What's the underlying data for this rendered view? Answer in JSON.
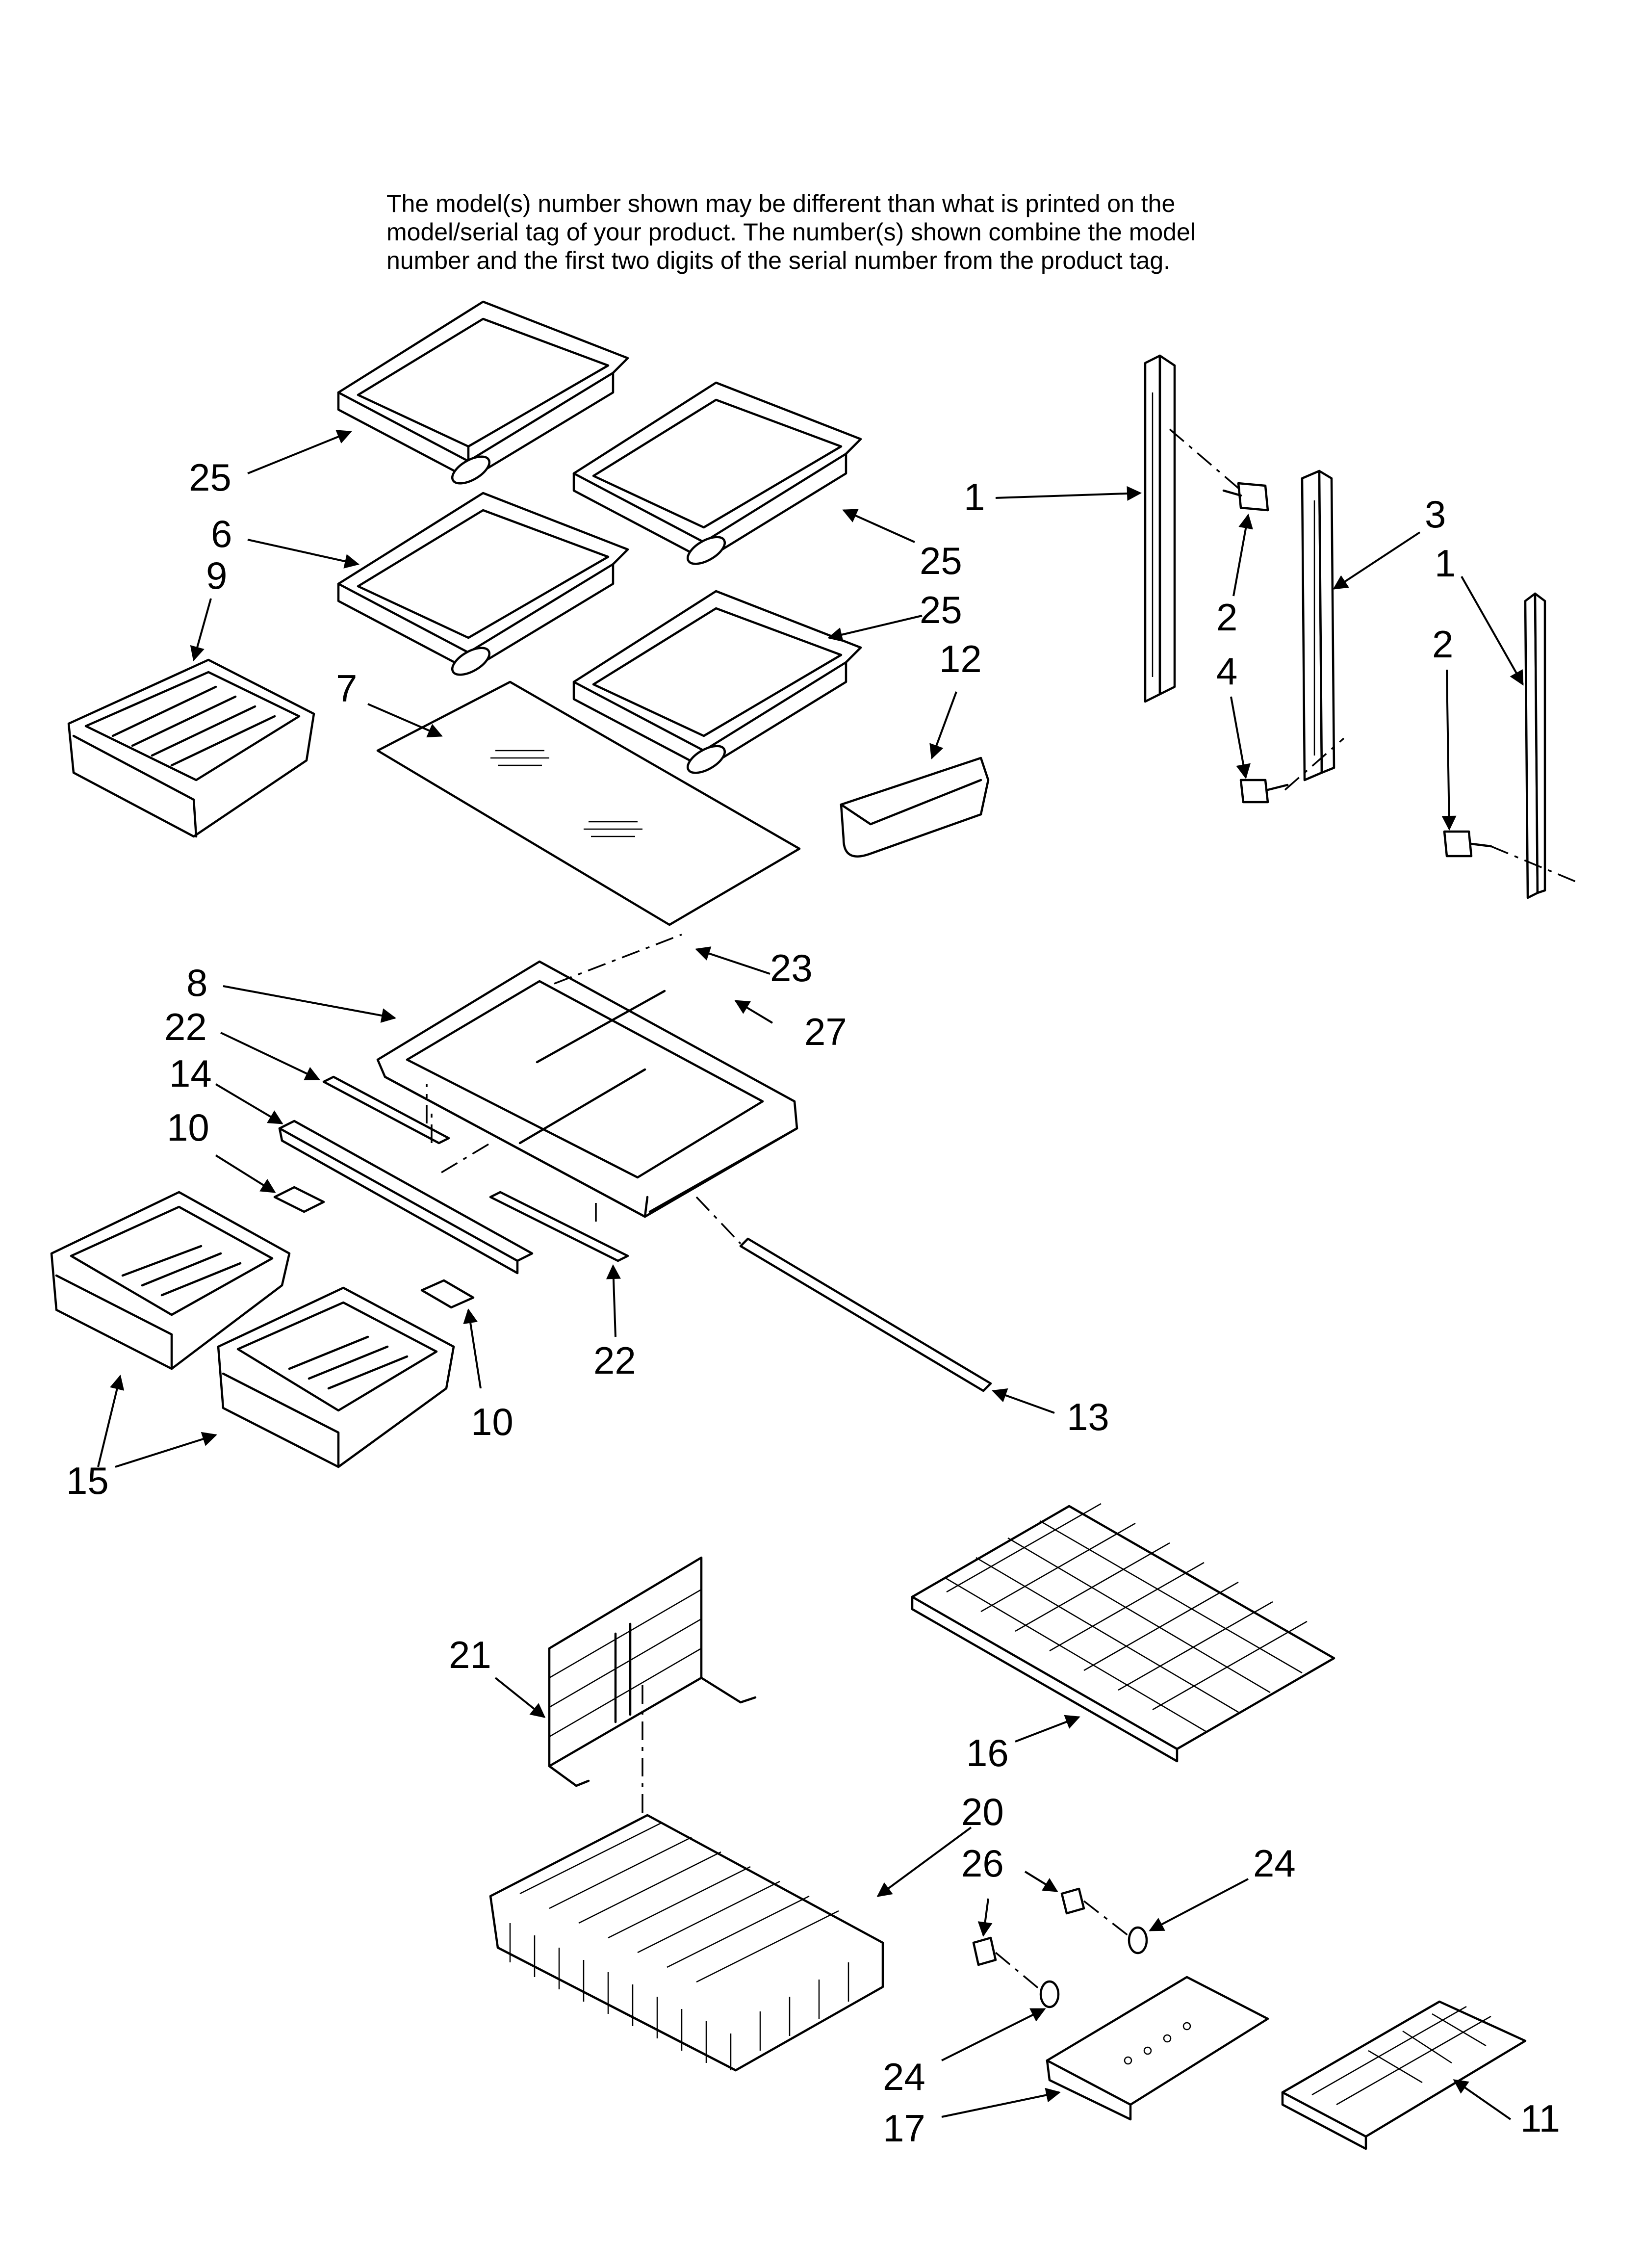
{
  "note": {
    "lines": [
      "The model(s) number shown may be different than what is printed on the",
      "model/serial tag of your product. The number(s) shown combine the model",
      "number and the first two digits of the serial number from the product tag."
    ]
  },
  "callouts": {
    "c25a": "25",
    "c25b": "25",
    "c25c": "25",
    "c6": "6",
    "c9": "9",
    "c7": "7",
    "c12": "12",
    "c1a": "1",
    "c1b": "1",
    "c2a": "2",
    "c2b": "2",
    "c3": "3",
    "c4": "4",
    "c8": "8",
    "c22a": "22",
    "c22b": "22",
    "c14": "14",
    "c10a": "10",
    "c10b": "10",
    "c23": "23",
    "c27": "27",
    "c15": "15",
    "c13": "13",
    "c21": "21",
    "c16": "16",
    "c20": "20",
    "c26": "26",
    "c24a": "24",
    "c24b": "24",
    "c17": "17",
    "c11": "11"
  }
}
